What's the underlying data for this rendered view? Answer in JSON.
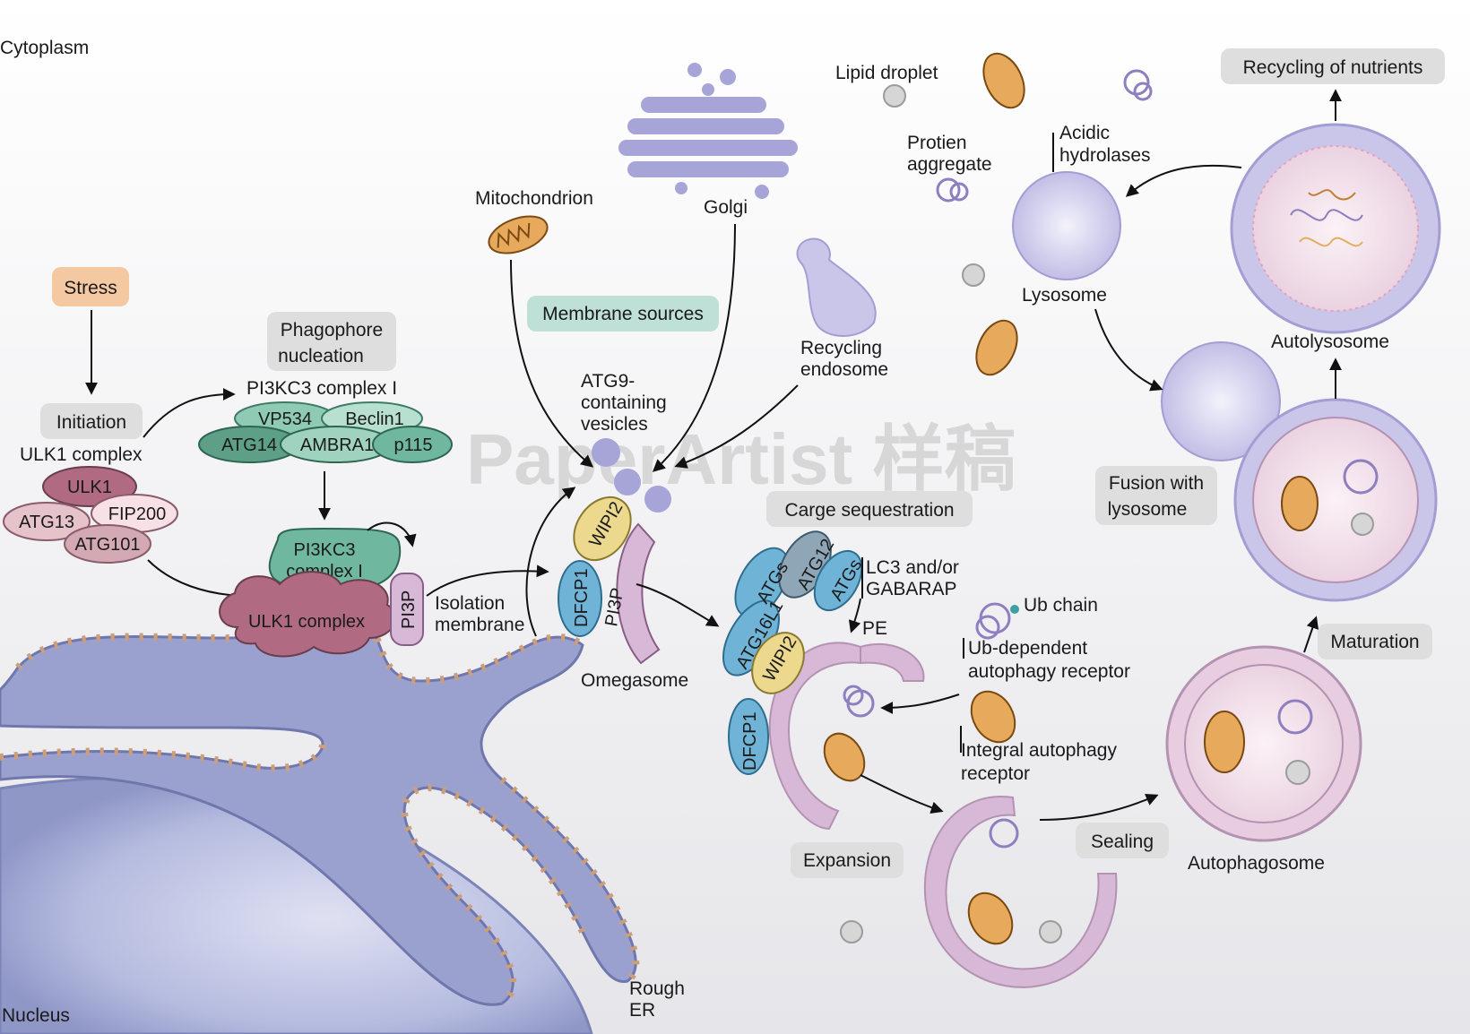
{
  "colors": {
    "background_top": "#ffffff",
    "background_bottom": "#e6e6ea",
    "er_membrane": "#8c94c4",
    "er_dots": "#cc9f7a",
    "nucleus": "#8f97c7",
    "phagophore": "#d7b8d6",
    "lysosome": "#c9c6ea",
    "mitochondrion": "#e7a95b",
    "ulk1_complex": "#b06a81",
    "pi3kc3_complex": "#6fb79f",
    "atg_blue": "#6fb3d6",
    "wipi2": "#ecd98d",
    "badge_gray": "#dedede",
    "badge_stress": "#f4c9a2",
    "badge_membrane": "#bfe0d6"
  },
  "labels": {
    "cytoplasm": "Cytoplasm",
    "nucleus": "Nucleus",
    "rough_er_1": "Rough",
    "rough_er_2": "ER",
    "stress": "Stress",
    "initiation": "Initiation",
    "ulk1_complex_title": "ULK1 complex",
    "phagophore_nucleation_1": "Phagophore",
    "phagophore_nucleation_2": "nucleation",
    "pi3kc3_complex_title": "PI3KC3 complex I",
    "isolation_membrane_1": "Isolation",
    "isolation_membrane_2": "membrane",
    "omegasome": "Omegasome",
    "mitochondrion": "Mitochondrion",
    "golgi": "Golgi",
    "membrane_sources": "Membrane sources",
    "atg9_1": "ATG9-",
    "atg9_2": "containing",
    "atg9_3": "vesicles",
    "recycling_endosome_1": "Recycling",
    "recycling_endosome_2": "endosome",
    "lipid_droplet": "Lipid droplet",
    "protein_aggregate_1": "Protien",
    "protein_aggregate_2": "aggregate",
    "acidic_hydrolases_1": "Acidic",
    "acidic_hydrolases_2": "hydrolases",
    "lysosome": "Lysosome",
    "recycling_of_nutrients": "Recycling of nutrients",
    "autolysosome": "Autolysosome",
    "fusion_1": "Fusion with",
    "fusion_2": "lysosome",
    "cargo_sequestration": "Carge sequestration",
    "lc3_1": "LC3 and/or",
    "lc3_2": "GABARAP",
    "pe": "PE",
    "ub_chain": "Ub chain",
    "ub_receptor_1": "Ub-dependent",
    "ub_receptor_2": "autophagy receptor",
    "integral_receptor_1": "Integral autophagy",
    "integral_receptor_2": "receptor",
    "maturation": "Maturation",
    "autophagosome": "Autophagosome",
    "expansion": "Expansion",
    "sealing": "Sealing",
    "watermark": "PaperArtist 样稿"
  },
  "proteins": {
    "ulk1": "ULK1",
    "atg13": "ATG13",
    "fip200": "FIP200",
    "atg101": "ATG101",
    "vps34": "VP534",
    "beclin1": "Beclin1",
    "atg14": "ATG14",
    "ambra1": "AMBRA1",
    "p115": "p115",
    "pi3kc3_box_1": "PI3KC3",
    "pi3kc3_box_2": "complex I",
    "ulk1_cloud": "ULK1 complex",
    "pi3p": "PI3P",
    "wipi2": "WIPI2",
    "dfcp1": "DFCP1",
    "atgs": "ATGs",
    "atg12": "ATG12",
    "atg16l1": "ATG16L1"
  }
}
